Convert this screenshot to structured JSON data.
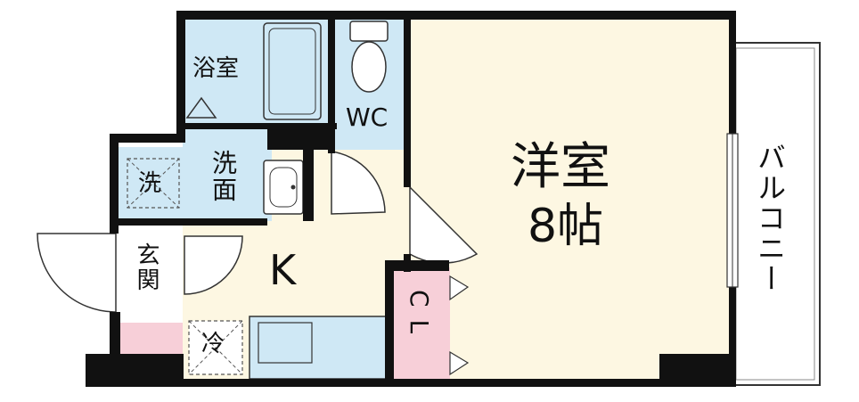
{
  "rooms": {
    "bathroom": "浴室",
    "toilet": "WC",
    "washbasin": "洗面",
    "washer": "洗",
    "entrance": "玄関",
    "kitchen": "K",
    "fridge": "冷",
    "closet": "CL",
    "western_room": "洋室",
    "western_room_size": "8帖",
    "balcony": "バルコニー"
  },
  "colors": {
    "wall": "#111111",
    "bath": "#cfe8f5",
    "wet_floor": "#cfe8f5",
    "room_floor": "#fdf7e2",
    "entrance_floor": "#ffffff",
    "step": "#f7cfd8"
  }
}
